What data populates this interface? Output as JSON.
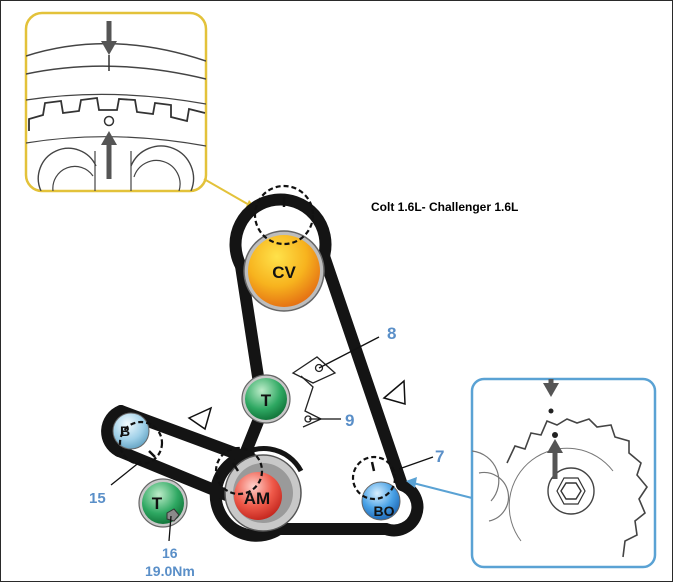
{
  "title": "Colt 1.6L- Challenger 1.6L",
  "pulleys": {
    "cv": "CV",
    "t_upper": "T",
    "b": "B",
    "am": "AM",
    "t_lower": "T",
    "bo": "BO"
  },
  "callouts": {
    "c7": "7",
    "c8": "8",
    "c9": "9",
    "c15": "15",
    "c16": "16",
    "torque": "19.0Nm"
  },
  "colors": {
    "belt": "#141414",
    "cam_pulley": "#f3a21a",
    "idler": "#1f9a55",
    "crank": "#e8483c",
    "oil_pump": "#3b8fd8",
    "balancer": "#8ec6e0",
    "detail_frame_top": "#e3c23a",
    "detail_frame_bottom": "#5aa2d4",
    "callout_text": "#5a8fc8"
  }
}
